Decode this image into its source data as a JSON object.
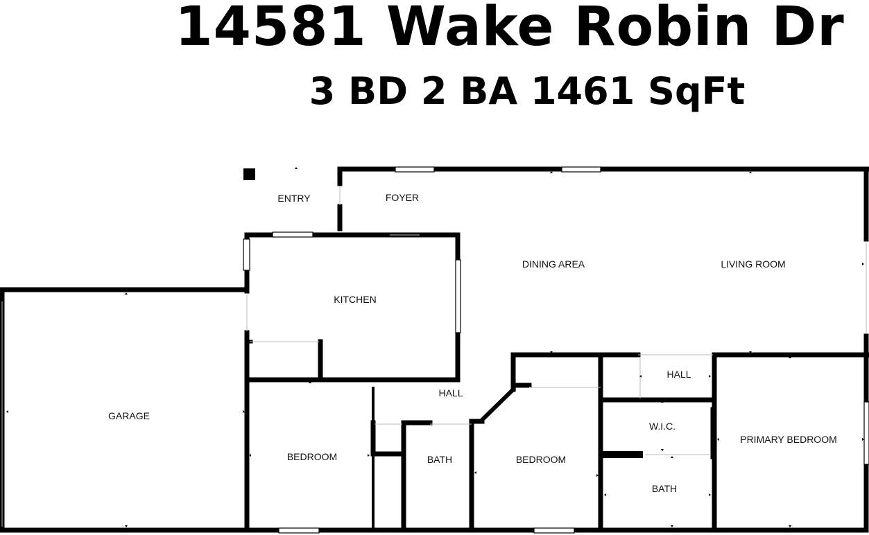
{
  "header": {
    "address": "14581 Wake Robin Dr",
    "summary": "3 BD 2 BA 1461 SqFt"
  },
  "rooms": {
    "entry": "ENTRY",
    "foyer": "FOYER",
    "kitchen": "KITCHEN",
    "dining": "DINING AREA",
    "living": "LIVING ROOM",
    "garage": "GARAGE",
    "hall_center": "HALL",
    "hall_right": "HALL",
    "bedroom_left": "BEDROOM",
    "bath_left": "BATH",
    "bedroom_middle": "BEDROOM",
    "wic": "W.I.C.",
    "bath_right": "BATH",
    "primary_bedroom": "PRIMARY BEDROOM"
  }
}
